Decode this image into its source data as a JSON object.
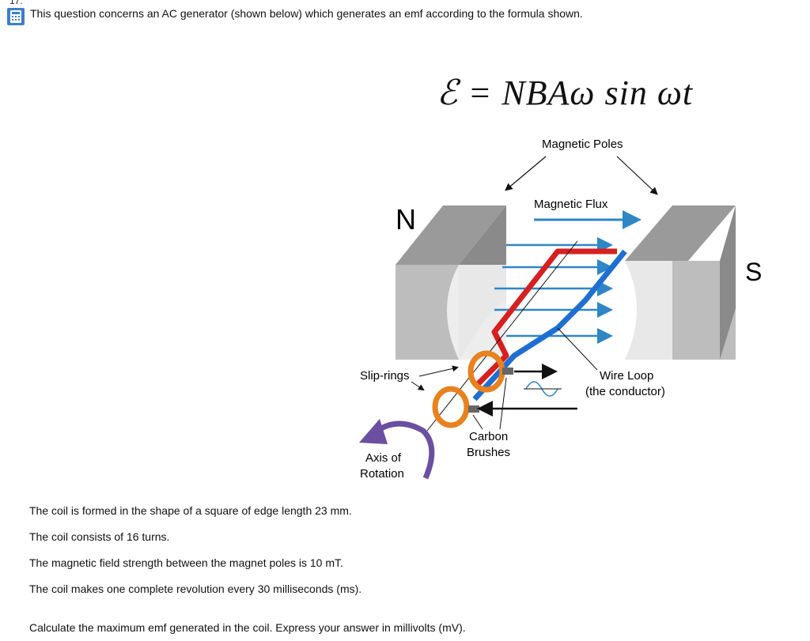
{
  "question_number": "17.",
  "prompt": "This question concerns an AC generator (shown below) which generates an emf according to the formula shown.",
  "formula": "ℰ = NBAω sin ωt",
  "diagram": {
    "label_magnetic_poles": "Magnetic Poles",
    "label_magnetic_flux": "Magnetic Flux",
    "label_n": "N",
    "label_s": "S",
    "label_slip_rings": "Slip-rings",
    "label_wire_loop_1": "Wire Loop",
    "label_wire_loop_2": "(the conductor)",
    "label_carbon_1": "Carbon",
    "label_carbon_2": "Brushes",
    "label_axis_1": "Axis of",
    "label_axis_2": "Rotation",
    "colors": {
      "wire_red": "#d62020",
      "wire_blue": "#1f6fd1",
      "flux": "#2f86c6",
      "ring": "#e8821f",
      "arrow": "#6b4fa0"
    }
  },
  "given": [
    "The coil is formed in the shape of a square of edge length 23 mm.",
    "The coil consists of 16 turns.",
    "The magnetic field strength between the magnet poles is 10 mT.",
    "The coil makes one complete revolution every 30 milliseconds (ms)."
  ],
  "task": "Calculate the maximum emf generated in the coil. Express your answer in millivolts (mV)."
}
